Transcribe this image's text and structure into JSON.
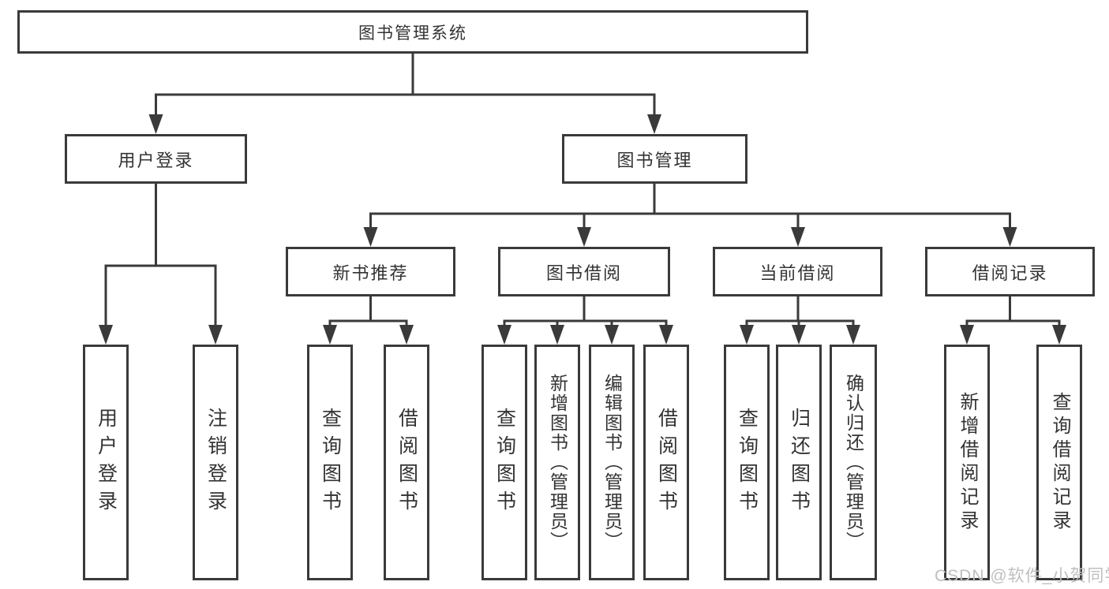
{
  "colors": {
    "line": "#3a3a3a",
    "box_border": "#3a3a3a",
    "text": "#333333",
    "watermark": "#bfbfbf"
  },
  "watermark": {
    "text": "CSDN @软件_小贺同学"
  },
  "tree": {
    "root": {
      "label": "图书管理系统"
    },
    "branches": [
      {
        "label": "用户登录",
        "children": [
          "用户登录",
          "注销登录"
        ]
      },
      {
        "label": "图书管理",
        "sections": [
          {
            "label": "新书推荐",
            "children": [
              "查询图书",
              "借阅图书"
            ]
          },
          {
            "label": "图书借阅",
            "children": [
              "查询图书",
              "新增图书（管理员）",
              "编辑图书（管理员）",
              "借阅图书"
            ]
          },
          {
            "label": "当前借阅",
            "children": [
              "查询图书",
              "归还图书",
              "确认归还（管理员）"
            ]
          },
          {
            "label": "借阅记录",
            "children": [
              "新增借阅记录",
              "查询借阅记录"
            ]
          }
        ]
      }
    ]
  }
}
